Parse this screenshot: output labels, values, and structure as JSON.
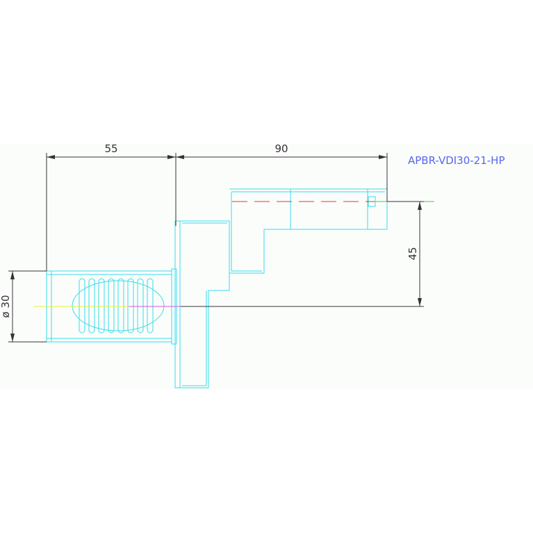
{
  "drawing": {
    "part_code": "APBR-VDI30-21-HP",
    "dimensions": {
      "length_shank": "55",
      "length_offset": "90",
      "height_offset": "45",
      "diameter": "ø 30"
    }
  },
  "colors": {
    "page_background": "#ffffff",
    "drawing_background": "#fbfdfb",
    "part_outline": "#33ddee",
    "dimension_lines": "#333333",
    "part_code_text": "#5566ee",
    "centerline_red": "#ee3333",
    "centerline_green": "#44cc44",
    "centerline_yellow": "#eeee33",
    "centerline_magenta": "#dd55dd"
  }
}
